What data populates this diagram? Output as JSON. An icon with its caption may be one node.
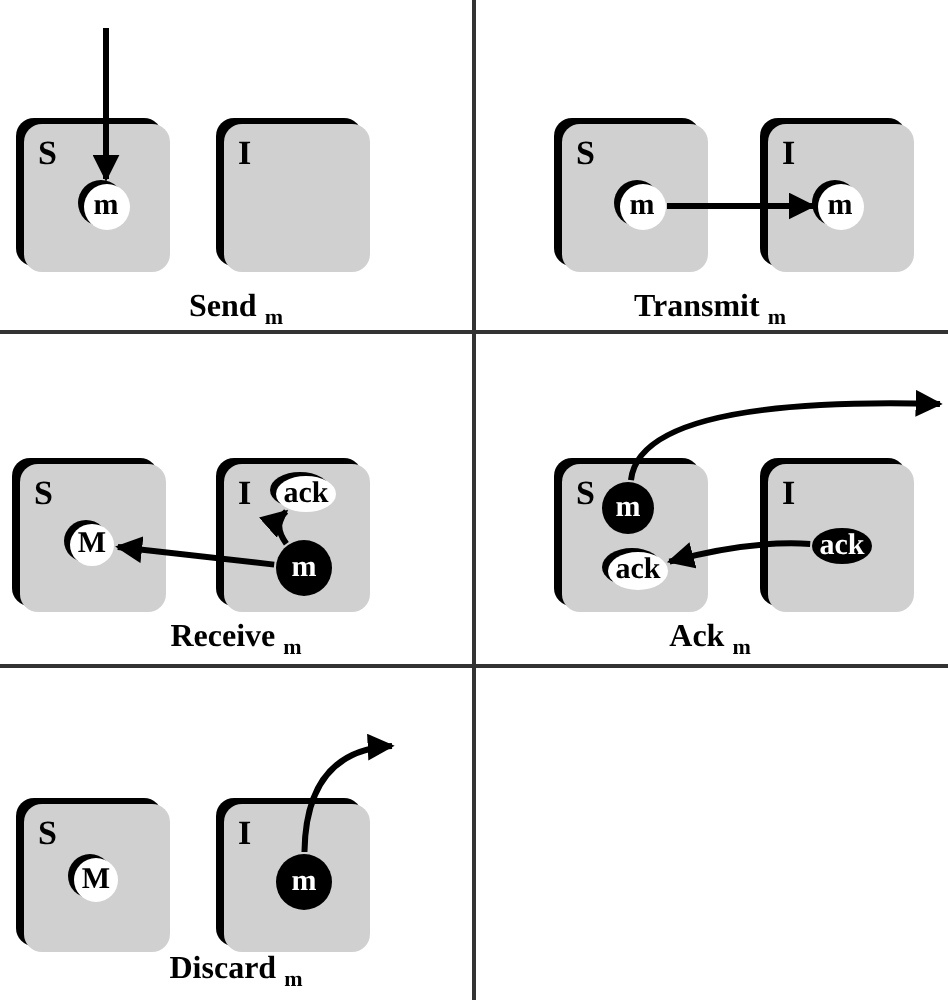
{
  "diagram": {
    "nodes": [
      {
        "text": [
          "S"
        ]
      },
      {
        "text": [
          "m"
        ],
        "in": 0
      },
      {
        "text": [
          "I"
        ]
      },
      {
        "text": [
          "S"
        ]
      },
      {
        "text": [
          "m"
        ],
        "in": 3
      },
      {
        "text": [
          "I"
        ]
      },
      {
        "text": [
          "m"
        ],
        "in": 5
      },
      {
        "text": [
          "S"
        ]
      },
      {
        "text": [
          "M"
        ],
        "in": 7
      },
      {
        "text": [
          "I"
        ]
      },
      {
        "text": [
          "ack"
        ],
        "in": 9
      },
      {
        "text": [
          "m"
        ],
        "in": 9
      },
      {
        "text": [
          "S"
        ]
      },
      {
        "text": [
          "m"
        ],
        "in": 12
      },
      {
        "text": [
          "ack"
        ],
        "in": 12
      },
      {
        "text": [
          "I"
        ]
      },
      {
        "text": [
          "ack"
        ],
        "in": 15
      },
      {
        "text": [
          "S"
        ]
      },
      {
        "text": [
          "M"
        ],
        "in": 17
      },
      {
        "text": [
          "I"
        ]
      },
      {
        "text": [
          "m"
        ],
        "in": 19
      }
    ],
    "edges": [
      {
        "from": null,
        "to": 1,
        "arrow": "to"
      },
      {
        "from": 4,
        "to": 6,
        "arrow": "to"
      },
      {
        "from": 11,
        "to": 8,
        "arrow": "to"
      },
      {
        "from": 11,
        "to": 10,
        "arrow": "to"
      },
      {
        "from": 13,
        "to": null,
        "arrow": "to"
      },
      {
        "from": 16,
        "to": 14,
        "arrow": "to"
      },
      {
        "from": 20,
        "to": null,
        "arrow": "to"
      }
    ],
    "labels": [
      "Send $_{m}$",
      "Transmit $_{m}$",
      "Receive $_{m}$",
      "Ack $_{m}$",
      "Discard $_{m}$"
    ]
  }
}
